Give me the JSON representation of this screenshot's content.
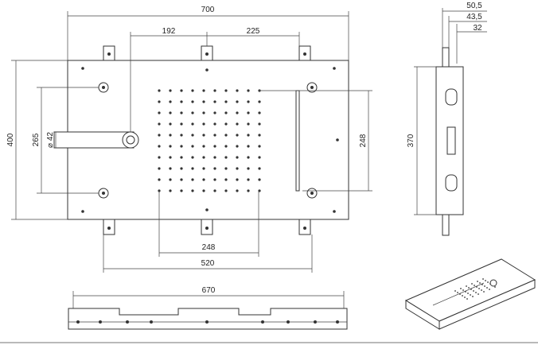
{
  "dimensions": {
    "overall_width": "700",
    "left_offset": "192",
    "right_offset": "225",
    "overall_height": "400",
    "mount_height": "265",
    "inlet_diameter": "⌀ 42",
    "spray_height": "248",
    "spray_width": "248",
    "mount_width": "520",
    "side_depth_1": "50,5",
    "side_depth_2": "43,5",
    "side_depth_3": "32",
    "side_height": "370",
    "bottom_width": "670"
  },
  "colors": {
    "line": "#333333",
    "text": "#222222",
    "background": "#ffffff"
  }
}
